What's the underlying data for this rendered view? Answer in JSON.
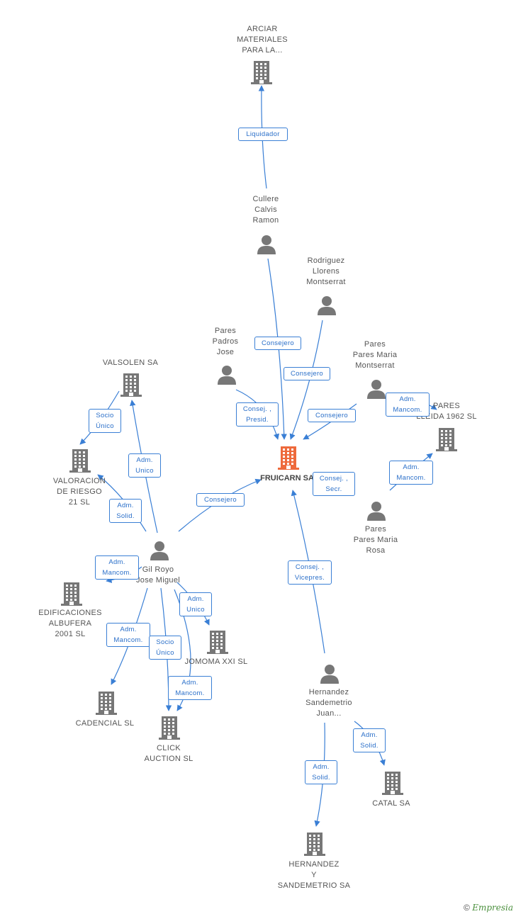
{
  "colors": {
    "edge": "#3a7fd5",
    "icon": "#777777",
    "main_icon": "#ee6a3c"
  },
  "nodes": {
    "arciar": {
      "label": "ARCIAR\nMATERIALES\nPARA LA...",
      "icon": "building-icon"
    },
    "cullere": {
      "label": "Cullere\nCalvis\nRamon",
      "icon": "person-icon"
    },
    "rodriguez": {
      "label": "Rodriguez\nLlorens\nMontserrat",
      "icon": "person-icon"
    },
    "pares_padros": {
      "label": "Pares\nPadros\nJose",
      "icon": "person-icon"
    },
    "pares_montserrat": {
      "label": "Pares\nPares Maria\nMontserrat",
      "icon": "person-icon"
    },
    "valsolen": {
      "label": "VALSOLEN SA",
      "icon": "building-icon"
    },
    "fruicarn": {
      "label": "FRUICARN SA",
      "icon": "building-icon"
    },
    "pares_lleida": {
      "label": "PARES\nLLEIDA 1962 SL",
      "icon": "building-icon"
    },
    "valoracion": {
      "label": "VALORACION\nDE RIESGO\n21 SL",
      "icon": "building-icon"
    },
    "pares_rosa": {
      "label": "Pares\nPares Maria\nRosa",
      "icon": "person-icon"
    },
    "gil_royo": {
      "label": "Gil Royo\nJose Miguel",
      "icon": "person-icon"
    },
    "edificaciones": {
      "label": "EDIFICACIONES\nALBUFERA\n2001 SL",
      "icon": "building-icon"
    },
    "jomoma": {
      "label": "JOMOMA XXI SL",
      "icon": "building-icon"
    },
    "hernandez_juan": {
      "label": "Hernandez\nSandemetrio\nJuan...",
      "icon": "person-icon"
    },
    "cadencial": {
      "label": "CADENCIAL SL",
      "icon": "building-icon"
    },
    "click": {
      "label": "CLICK\nAUCTION  SL",
      "icon": "building-icon"
    },
    "catal": {
      "label": "CATAL SA",
      "icon": "building-icon"
    },
    "hernandez_sa": {
      "label": "HERNANDEZ\nY\nSANDEMETRIO SA",
      "icon": "building-icon"
    }
  },
  "edges": {
    "cullere_arciar": "Liquidador",
    "cullere_fruicarn": "Consejero",
    "rodriguez_fruicarn": "Consejero",
    "padros_fruicarn": "Consej. ,\nPresid.",
    "montserrat_fruicarn": "Consejero",
    "montserrat_lleida": "Adm.\nMancom.",
    "rosa_lleida": "Adm.\nMancom.",
    "rosa_fruicarn": "Consej. ,\nSecr.",
    "valsolen_valoracion": "Socio\nÚnico",
    "gil_valsolen": "Adm.\nUnico",
    "gil_valoracion": "Adm.\nSolid.",
    "gil_fruicarn": "Consejero",
    "gil_edificaciones": "Adm.\nMancom.",
    "gil_jomoma": "Adm.\nUnico",
    "gil_cadencial": "Adm.\nMancom.",
    "gil_click_socio": "Socio\nÚnico",
    "gil_click_adm": "Adm.\nMancom.",
    "hernandez_fruicarn": "Consej. ,\nVicepres.",
    "hernandez_catal": "Adm.\nSolid.",
    "hernandez_sa": "Adm.\nSolid."
  },
  "footer": {
    "copyright": "©",
    "brand": "Empresia"
  }
}
